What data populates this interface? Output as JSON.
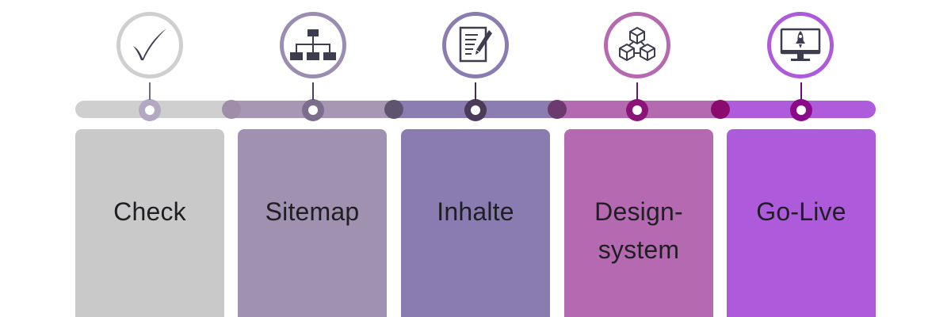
{
  "colors": {
    "check": "#c9c9c9",
    "sitemap": "#a191b0",
    "inhalte": "#8a7bb0",
    "designsystem": "#b569b0",
    "golive": "#ad5bdb",
    "icon_dark": "#3d3d4f"
  },
  "steps": [
    {
      "label": "Check",
      "icon": "checkmark-icon"
    },
    {
      "label": "Sitemap",
      "icon": "sitemap-icon"
    },
    {
      "label": "Inhalte",
      "icon": "document-pen-icon"
    },
    {
      "label": "Design-\nsystem",
      "icon": "cubes-icon"
    },
    {
      "label": "Go-Live",
      "icon": "rocket-monitor-icon"
    }
  ]
}
